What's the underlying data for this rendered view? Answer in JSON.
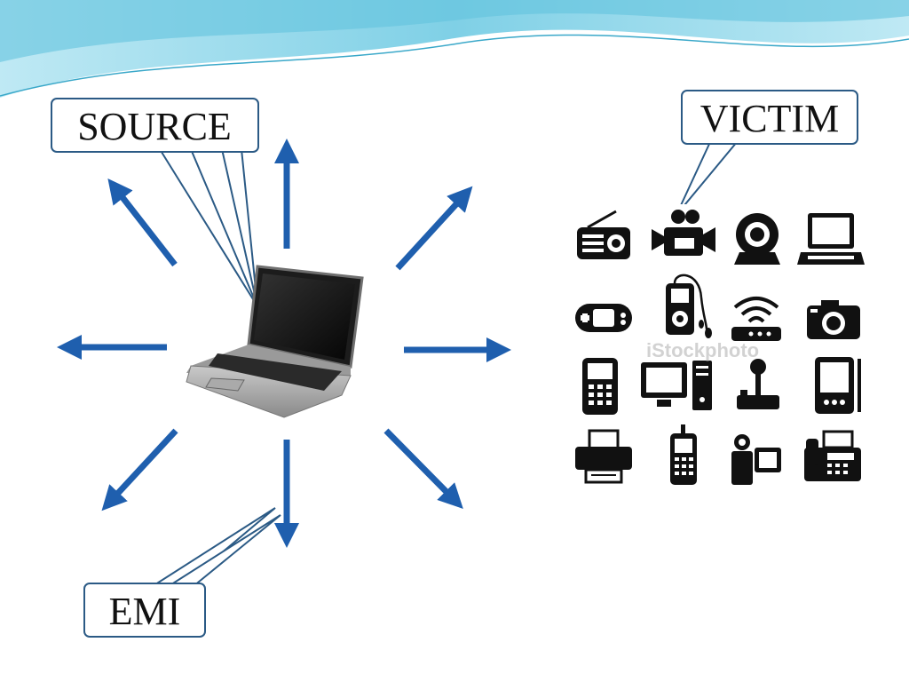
{
  "labels": {
    "source": "SOURCE",
    "victim": "VICTIM",
    "emi": "EMI"
  },
  "watermark": "iStockphoto",
  "colors": {
    "arrow": "#1f5fae",
    "callout_border": "#2b5a85",
    "header_wave_dark": "#63c3dd",
    "header_wave_light": "#bfe9f4",
    "icon": "#111111"
  },
  "emission_arrow_directions": [
    "up",
    "up-right",
    "right",
    "down-right",
    "down",
    "down-left",
    "left",
    "up-left"
  ],
  "victim_devices": [
    "radio-icon",
    "video-camera-icon",
    "webcam-icon",
    "laptop-icon",
    "game-controller-icon",
    "mp3-player-icon",
    "wifi-router-icon",
    "camera-icon",
    "mobile-phone-icon",
    "desktop-computer-icon",
    "joystick-icon",
    "pda-icon",
    "printer-icon",
    "cell-phone-icon",
    "camcorder-icon",
    "fax-machine-icon"
  ]
}
